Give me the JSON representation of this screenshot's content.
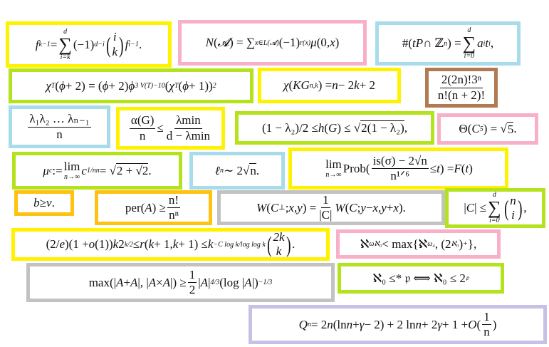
{
  "colors": {
    "yellow": "#fff200",
    "pink": "#f8b0c8",
    "blue": "#a8dcea",
    "green": "#b4e21c",
    "brown": "#b07a52",
    "orange": "#ffc20e",
    "gray": "#c2c2c2",
    "purple": "#c8c0e6"
  },
  "formulas": [
    {
      "color": "yellow",
      "tokens": [
        {
          "i": "f"
        },
        {
          "sub": "k−1"
        },
        {
          "r": " = "
        },
        {
          "sum": [
            "d",
            "i=k"
          ]
        },
        {
          "r": "(−1)"
        },
        {
          "sup": "d−i"
        },
        {
          "binom": [
            "i",
            "k"
          ]
        },
        {
          "i": "f"
        },
        {
          "sub": "i−1"
        },
        {
          "r": " ."
        }
      ]
    },
    {
      "color": "pink",
      "tokens": [
        {
          "i": "N"
        },
        {
          "r": "("
        },
        {
          "i": "𝓐"
        },
        {
          "r": ") = ∑"
        },
        {
          "sub": "x∈L(𝓐)"
        },
        {
          "r": "(−1)"
        },
        {
          "sup": "r(x)"
        },
        {
          "i": "μ"
        },
        {
          "r": "(0, "
        },
        {
          "i": "x"
        },
        {
          "r": ")"
        }
      ]
    },
    {
      "color": "blue",
      "tokens": [
        {
          "r": "#("
        },
        {
          "i": "tP"
        },
        {
          "r": " ∩ ℤ"
        },
        {
          "sup": "n"
        },
        {
          "r": ") = "
        },
        {
          "sum": [
            "d",
            "i=0"
          ]
        },
        {
          "i": "a"
        },
        {
          "sub": "i"
        },
        {
          "i": "t"
        },
        {
          "sup": "i"
        },
        {
          "r": ","
        }
      ]
    },
    {
      "color": "green",
      "tokens": [
        {
          "i": "χ"
        },
        {
          "sub": "T"
        },
        {
          "r": "("
        },
        {
          "i": "ϕ"
        },
        {
          "r": " + 2) = ("
        },
        {
          "i": "ϕ"
        },
        {
          "r": " + 2) "
        },
        {
          "i": "ϕ"
        },
        {
          "sup": "3 V(T)−10"
        },
        {
          "r": " ("
        },
        {
          "i": "χ"
        },
        {
          "sub": "T"
        },
        {
          "r": "("
        },
        {
          "i": "ϕ"
        },
        {
          "r": " + 1))"
        },
        {
          "sup": "2"
        }
      ]
    },
    {
      "color": "yellow",
      "tokens": [
        {
          "i": "χ"
        },
        {
          "r": "("
        },
        {
          "i": "KG"
        },
        {
          "sub": "n,k"
        },
        {
          "r": ") = "
        },
        {
          "i": "n"
        },
        {
          "r": " − 2"
        },
        {
          "i": "k"
        },
        {
          "r": " + 2"
        }
      ]
    },
    {
      "color": "brown",
      "tokens": [
        {
          "frac": [
            "2(2n)!3ⁿ",
            "n!(n + 2)!"
          ]
        }
      ]
    },
    {
      "color": "blue",
      "tokens": [
        {
          "frac": [
            "λ₁λ₂ … λₙ₋₁",
            "n"
          ]
        }
      ]
    },
    {
      "color": "yellow",
      "tokens": [
        {
          "frac": [
            "α(G)",
            "n"
          ]
        },
        {
          "r": " ≤ "
        },
        {
          "frac": [
            "λmin",
            "d − λmin"
          ]
        }
      ]
    },
    {
      "color": "green",
      "tokens": [
        {
          "r": "(1 − λ₂)/2 ≤ "
        },
        {
          "i": "h"
        },
        {
          "r": "("
        },
        {
          "i": "G"
        },
        {
          "r": ") ≤ √"
        },
        {
          "sqrt": "2(1 − λ₂)"
        },
        {
          "r": ","
        }
      ]
    },
    {
      "color": "pink",
      "tokens": [
        {
          "r": "Θ("
        },
        {
          "i": "C"
        },
        {
          "sub": "5"
        },
        {
          "r": ") = √"
        },
        {
          "sqrt": "5"
        },
        {
          "r": "."
        }
      ]
    },
    {
      "color": "green",
      "tokens": [
        {
          "i": "μ"
        },
        {
          "sub": "c"
        },
        {
          "r": " := "
        },
        {
          "lim": [
            "lim",
            "n→∞"
          ]
        },
        {
          "i": " c"
        },
        {
          "sup": "1/n"
        },
        {
          "sub": "n"
        },
        {
          "r": " = √"
        },
        {
          "sqrt": "2 + √2"
        },
        {
          "r": "."
        }
      ]
    },
    {
      "color": "blue",
      "tokens": [
        {
          "i": "ℓ"
        },
        {
          "sub": "n"
        },
        {
          "r": " ∼ 2√"
        },
        {
          "sqrt": "n"
        },
        {
          "r": "."
        }
      ]
    },
    {
      "color": "yellow",
      "tokens": [
        {
          "lim": [
            "lim",
            "n→∞"
          ]
        },
        {
          "r": " Prob "
        },
        {
          "r": "("
        },
        {
          "frac": [
            "is(σ) − 2√n",
            "n¹ᐟ⁶"
          ]
        },
        {
          "r": " ≤ "
        },
        {
          "i": "t"
        },
        {
          "r": ") = "
        },
        {
          "i": "F"
        },
        {
          "r": "("
        },
        {
          "i": "t"
        },
        {
          "r": ")"
        }
      ]
    },
    {
      "color": "orange",
      "tokens": [
        {
          "i": "b"
        },
        {
          "r": " ≥ "
        },
        {
          "i": "v"
        },
        {
          "r": "."
        }
      ]
    },
    {
      "color": "orange",
      "tokens": [
        {
          "r": "per("
        },
        {
          "i": "A"
        },
        {
          "r": ") ≥ "
        },
        {
          "frac": [
            "n!",
            "nⁿ"
          ]
        }
      ]
    },
    {
      "color": "gray",
      "tokens": [
        {
          "i": "W"
        },
        {
          "r": "("
        },
        {
          "i": "C"
        },
        {
          "sup": "⊥"
        },
        {
          "r": "; "
        },
        {
          "i": "x"
        },
        {
          "r": ", "
        },
        {
          "i": "y"
        },
        {
          "r": ") = "
        },
        {
          "frac": [
            "1",
            "|C|"
          ]
        },
        {
          "i": "W"
        },
        {
          "r": "("
        },
        {
          "i": "C"
        },
        {
          "r": "; "
        },
        {
          "i": "y"
        },
        {
          "r": " − "
        },
        {
          "i": "x"
        },
        {
          "r": ", "
        },
        {
          "i": "y"
        },
        {
          "r": " + "
        },
        {
          "i": "x"
        },
        {
          "r": ")."
        }
      ]
    },
    {
      "color": "green",
      "tokens": [
        {
          "r": "|"
        },
        {
          "i": "C"
        },
        {
          "r": "| ≤ "
        },
        {
          "sum": [
            "d",
            "i=0"
          ]
        },
        {
          "binom": [
            "n",
            "i"
          ]
        },
        {
          "r": ","
        }
      ]
    },
    {
      "color": "yellow",
      "tokens": [
        {
          "r": "(2/"
        },
        {
          "i": "e"
        },
        {
          "r": ")(1 + "
        },
        {
          "i": "o"
        },
        {
          "r": "(1))"
        },
        {
          "i": "k"
        },
        {
          "r": "2"
        },
        {
          "sup": "k/2"
        },
        {
          "r": " ≤ "
        },
        {
          "i": "r"
        },
        {
          "r": "("
        },
        {
          "i": "k"
        },
        {
          "r": " + 1, "
        },
        {
          "i": "k"
        },
        {
          "r": " + 1) ≤ "
        },
        {
          "i": "k"
        },
        {
          "sup": "−C log k/log log k"
        },
        {
          "binom": [
            "2k",
            "k"
          ]
        },
        {
          "r": "."
        }
      ]
    },
    {
      "color": "pink",
      "tokens": [
        {
          "r": "ℵ"
        },
        {
          "sub": "ω"
        },
        {
          "sup": "ℵ₀"
        },
        {
          "r": " < max{ℵ"
        },
        {
          "sub": "ω₄"
        },
        {
          "r": ", (2"
        },
        {
          "sup": "ℵ₀"
        },
        {
          "r": ")"
        },
        {
          "sup": "+"
        },
        {
          "r": "},"
        }
      ]
    },
    {
      "color": "gray",
      "tokens": [
        {
          "r": "max(|"
        },
        {
          "i": "A"
        },
        {
          "r": " + "
        },
        {
          "i": "A"
        },
        {
          "r": "|, |"
        },
        {
          "i": "A"
        },
        {
          "r": " × "
        },
        {
          "i": "A"
        },
        {
          "r": "|) ≥ "
        },
        {
          "frac": [
            "1",
            "2"
          ]
        },
        {
          "r": "|"
        },
        {
          "i": "A"
        },
        {
          "r": "|"
        },
        {
          "sup": "4/3"
        },
        {
          "r": "(log |"
        },
        {
          "i": "A"
        },
        {
          "r": "|)"
        },
        {
          "sup": "−1/3"
        }
      ]
    },
    {
      "color": "green",
      "tokens": [
        {
          "r": "ℵ₀ ≤* 𝔭 ⟺ ℵ₀ ≤ 2"
        },
        {
          "sup": "𝔭"
        }
      ]
    },
    {
      "color": "purple",
      "tokens": [
        {
          "i": "Q"
        },
        {
          "sub": "n"
        },
        {
          "r": " = 2"
        },
        {
          "i": "n"
        },
        {
          "r": "(ln "
        },
        {
          "i": "n"
        },
        {
          "r": " + "
        },
        {
          "i": "γ"
        },
        {
          "r": " − 2) + 2 ln "
        },
        {
          "i": "n"
        },
        {
          "r": " + 2"
        },
        {
          "i": "γ"
        },
        {
          "r": " + 1 + "
        },
        {
          "i": "O"
        },
        {
          "r": "("
        },
        {
          "frac": [
            "1",
            "n"
          ]
        },
        {
          "r": ")"
        }
      ]
    }
  ]
}
